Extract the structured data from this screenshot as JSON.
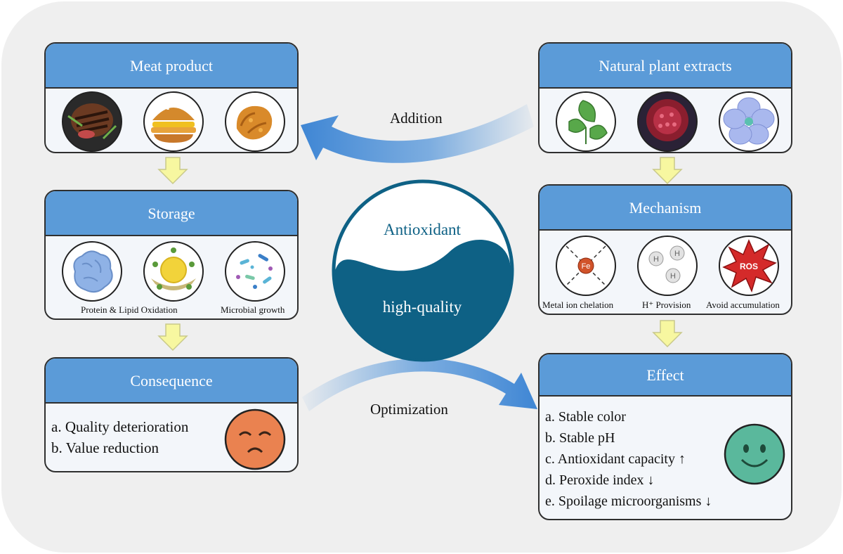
{
  "panels": {
    "meat_product": {
      "title": "Meat product"
    },
    "storage": {
      "title": "Storage",
      "captions": [
        "Protein & Lipid Oxidation",
        "Microbial growth"
      ]
    },
    "consequence": {
      "title": "Consequence",
      "items": [
        "a. Quality deterioration",
        "b. Value reduction"
      ]
    },
    "plant_extracts": {
      "title": "Natural plant extracts"
    },
    "mechanism": {
      "title": "Mechanism",
      "captions": [
        "Metal ion chelation",
        "H⁺ Provision",
        "Avoid accumulation"
      ],
      "icon_labels": {
        "fe": "Fe",
        "h": "H",
        "ros": "ROS"
      }
    },
    "effect": {
      "title": "Effect",
      "items": [
        "a. Stable color",
        "b. Stable pH",
        "c. Antioxidant capacity ↑",
        "d. Peroxide index ↓",
        "e. Spoilage microorganisms ↓"
      ]
    }
  },
  "flows": {
    "addition": "Addition",
    "optimization": "Optimization"
  },
  "yin_yang": {
    "top": "Antioxidant",
    "bottom": "high-quality"
  },
  "colors": {
    "header_blue": "#5b9bd8",
    "arrow_blue": "#4a90d9",
    "yin_yang_dark": "#0e6185",
    "down_arrow_yellow": "#f7f7a0",
    "background_gray": "#efefef"
  },
  "icons": [
    "steak-icon",
    "burger-icon",
    "fried-chicken-icon",
    "leaf-icon",
    "pomegranate-icon",
    "flower-icon",
    "protein-blob-icon",
    "lipid-droplet-icon",
    "microbes-icon",
    "fe-chelation-icon",
    "hydrogen-icon",
    "ros-burst-icon",
    "sad-face-icon",
    "smiley-face-icon"
  ]
}
